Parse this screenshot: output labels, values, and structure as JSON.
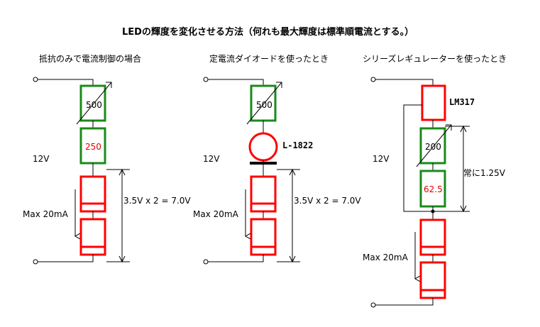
{
  "title": "LEDの輝度を変化させる方法（何れも最大輝度は標準順電流とする。）",
  "colors": {
    "wire": "#000000",
    "resistor": "#1a8a1a",
    "led": "#ff0000",
    "component_red_text": "#e00000"
  },
  "circuit1": {
    "heading": "抵抗のみで電流制御の場合",
    "variable_resistor_value": "500",
    "fixed_resistor_value": "250",
    "supply": "12V",
    "current": "Max 20mA",
    "led_voltage": "3.5V x 2 = 7.0V"
  },
  "circuit2": {
    "heading": "定電流ダイオードを使ったとき",
    "variable_resistor_value": "500",
    "crd_label": "L-1822",
    "supply": "12V",
    "current": "Max 20mA",
    "led_voltage": "3.5V x 2 = 7.0V"
  },
  "circuit3": {
    "heading": "シリーズレギュレーターを使ったとき",
    "regulator_label": "LM317",
    "variable_resistor_value": "200",
    "fixed_resistor_value": "62.5",
    "supply": "12V",
    "reference_voltage": "常に1.25V",
    "current": "Max 20mA"
  }
}
